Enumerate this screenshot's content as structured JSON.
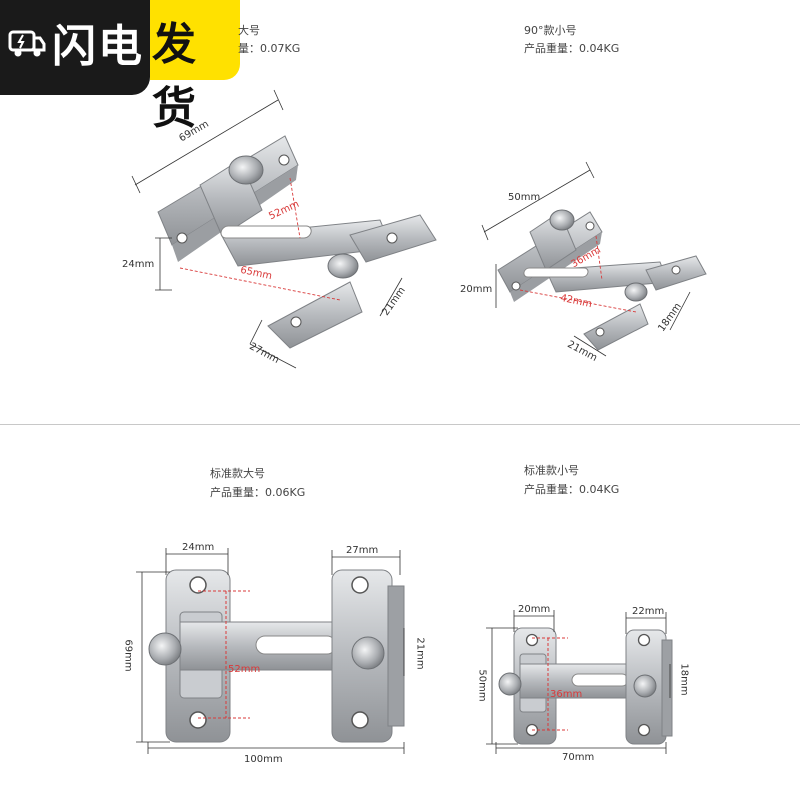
{
  "badge": {
    "text_dark": "闪电",
    "text_yellow": "发货"
  },
  "products": [
    {
      "title": "大号",
      "weight": "量：0.07KG"
    },
    {
      "title": "90°款小号",
      "weight": "产品重量：0.04KG"
    },
    {
      "title": "标准款大号",
      "weight": "产品重量：0.06KG"
    },
    {
      "title": "标准款小号",
      "weight": "产品重量：0.04KG"
    }
  ],
  "dims": {
    "p1": {
      "a": "69mm",
      "b": "24mm",
      "c": "52mm",
      "d": "65mm",
      "e": "21mm",
      "f": "27mm"
    },
    "p2": {
      "a": "50mm",
      "b": "20mm",
      "c": "36mm",
      "d": "42mm",
      "e": "18mm",
      "f": "21mm"
    },
    "p3": {
      "a": "24mm",
      "b": "27mm",
      "c": "69mm",
      "d": "52mm",
      "e": "21mm",
      "f": "100mm"
    },
    "p4": {
      "a": "20mm",
      "b": "22mm",
      "c": "50mm",
      "d": "36mm",
      "e": "18mm",
      "f": "70mm"
    }
  },
  "colors": {
    "steel": "#b9bcc0",
    "steel_dark": "#8a8d91",
    "measure_red": "#d93a3a",
    "badge_yellow": "#ffe100"
  }
}
